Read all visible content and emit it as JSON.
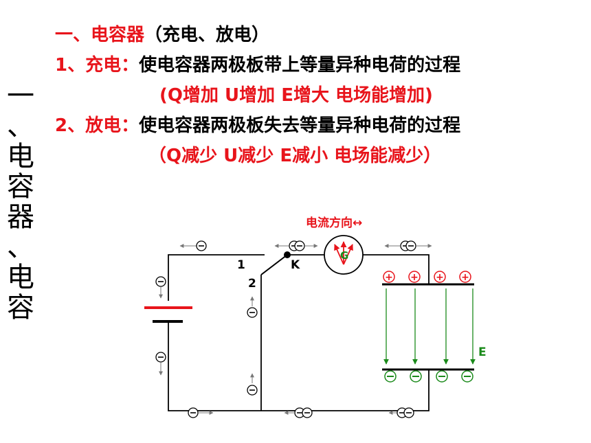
{
  "side_title": [
    "一",
    "、",
    "电",
    "容",
    "器",
    "、",
    "电",
    "容"
  ],
  "heading": {
    "red": "一、电容器",
    "black": "（充电、放电）"
  },
  "item1": {
    "label": "1、充电：",
    "text": "使电容器两极板带上等量异种电荷的过程",
    "effect": "(Q增加 U增加 E增大 电场能增加)"
  },
  "item2": {
    "label": "2、放电：",
    "text": "使电容器两极板失去等量异种电荷的过程",
    "effect": "（Q减少 U减少 E减小 电场能减少）"
  },
  "diagram": {
    "current_direction_label": "电流方向↔",
    "switch_label": "K",
    "contact1_label": "1",
    "contact2_label": "2",
    "galvanometer_label": "G",
    "field_label": "E",
    "plus_sign": "+",
    "minus_sign": "−",
    "colors": {
      "red": "#e8141b",
      "green": "#1a8a1a",
      "wire": "#000000",
      "arrow_gray": "#777777"
    }
  }
}
